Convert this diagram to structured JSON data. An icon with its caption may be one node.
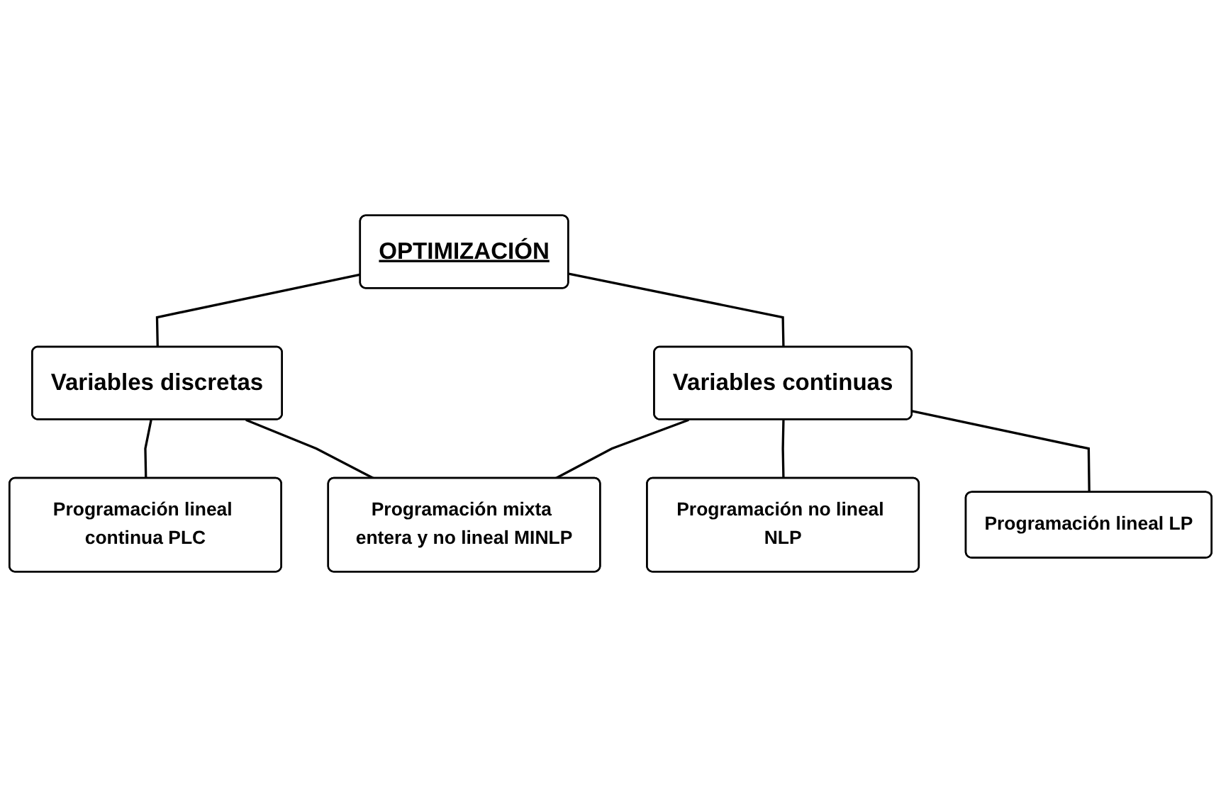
{
  "diagram": {
    "nodes": [
      {
        "text": [
          "OPTIMIZACIÓN"
        ]
      },
      {
        "text": [
          "Variables discretas"
        ]
      },
      {
        "text": [
          "Variables continuas"
        ]
      },
      {
        "text": [
          "Programación lineal continua PLC"
        ]
      },
      {
        "text": [
          "Programación no lineal NLP"
        ]
      },
      {
        "text": [
          "Programación lineal LP"
        ]
      },
      {
        "text": [
          "Programación mixta entera y no lineal MINLP"
        ]
      }
    ],
    "edges": [
      {
        "from": 0,
        "to": 1,
        "arrow": "none"
      },
      {
        "from": 0,
        "to": 2,
        "arrow": "none"
      },
      {
        "from": 1,
        "to": 3,
        "arrow": "none"
      },
      {
        "from": 2,
        "to": 4,
        "arrow": "none"
      },
      {
        "from": 2,
        "to": 5,
        "arrow": "none"
      },
      {
        "from": 1,
        "to": 6,
        "arrow": "none"
      },
      {
        "from": 2,
        "to": 6,
        "arrow": "none"
      }
    ]
  }
}
